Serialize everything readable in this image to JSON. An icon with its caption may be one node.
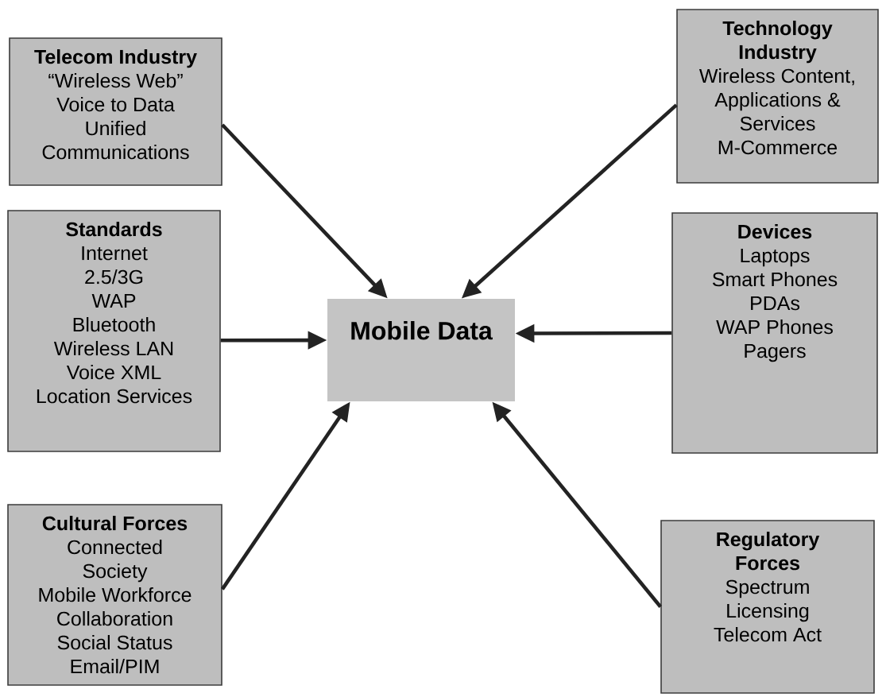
{
  "diagram": {
    "nodes": [
      {
        "text": [
          "Telecom Industry",
          "“Wireless Web”",
          "Voice to Data",
          "Unified Communications"
        ]
      },
      {
        "text": [
          "Standards",
          "Internet",
          "2.5/3G",
          "WAP",
          "Bluetooth",
          "Wireless LAN",
          "Voice XML",
          "Location Services"
        ]
      },
      {
        "text": [
          "Cultural Forces",
          "Connected Society",
          "Mobile Workforce",
          "Collaboration",
          "Social Status",
          "Email/PIM"
        ]
      },
      {
        "text": [
          "Technology Industry",
          "Wireless Content, Applications & Services",
          "M-Commerce"
        ]
      },
      {
        "text": [
          "Devices",
          "Laptops",
          "Smart Phones",
          "PDAs",
          "WAP Phones",
          "Pagers"
        ]
      },
      {
        "text": [
          "Regulatory Forces",
          "Spectrum",
          "Licensing",
          "Telecom Act"
        ]
      },
      {
        "text": [
          "Mobile Data"
        ]
      }
    ],
    "edges": [
      {
        "from": 0,
        "to": 6,
        "arrow": "to"
      },
      {
        "from": 1,
        "to": 6,
        "arrow": "to"
      },
      {
        "from": 2,
        "to": 6,
        "arrow": "to"
      },
      {
        "from": 3,
        "to": 6,
        "arrow": "to"
      },
      {
        "from": 4,
        "to": 6,
        "arrow": "to"
      },
      {
        "from": 5,
        "to": 6,
        "arrow": "to"
      }
    ]
  }
}
